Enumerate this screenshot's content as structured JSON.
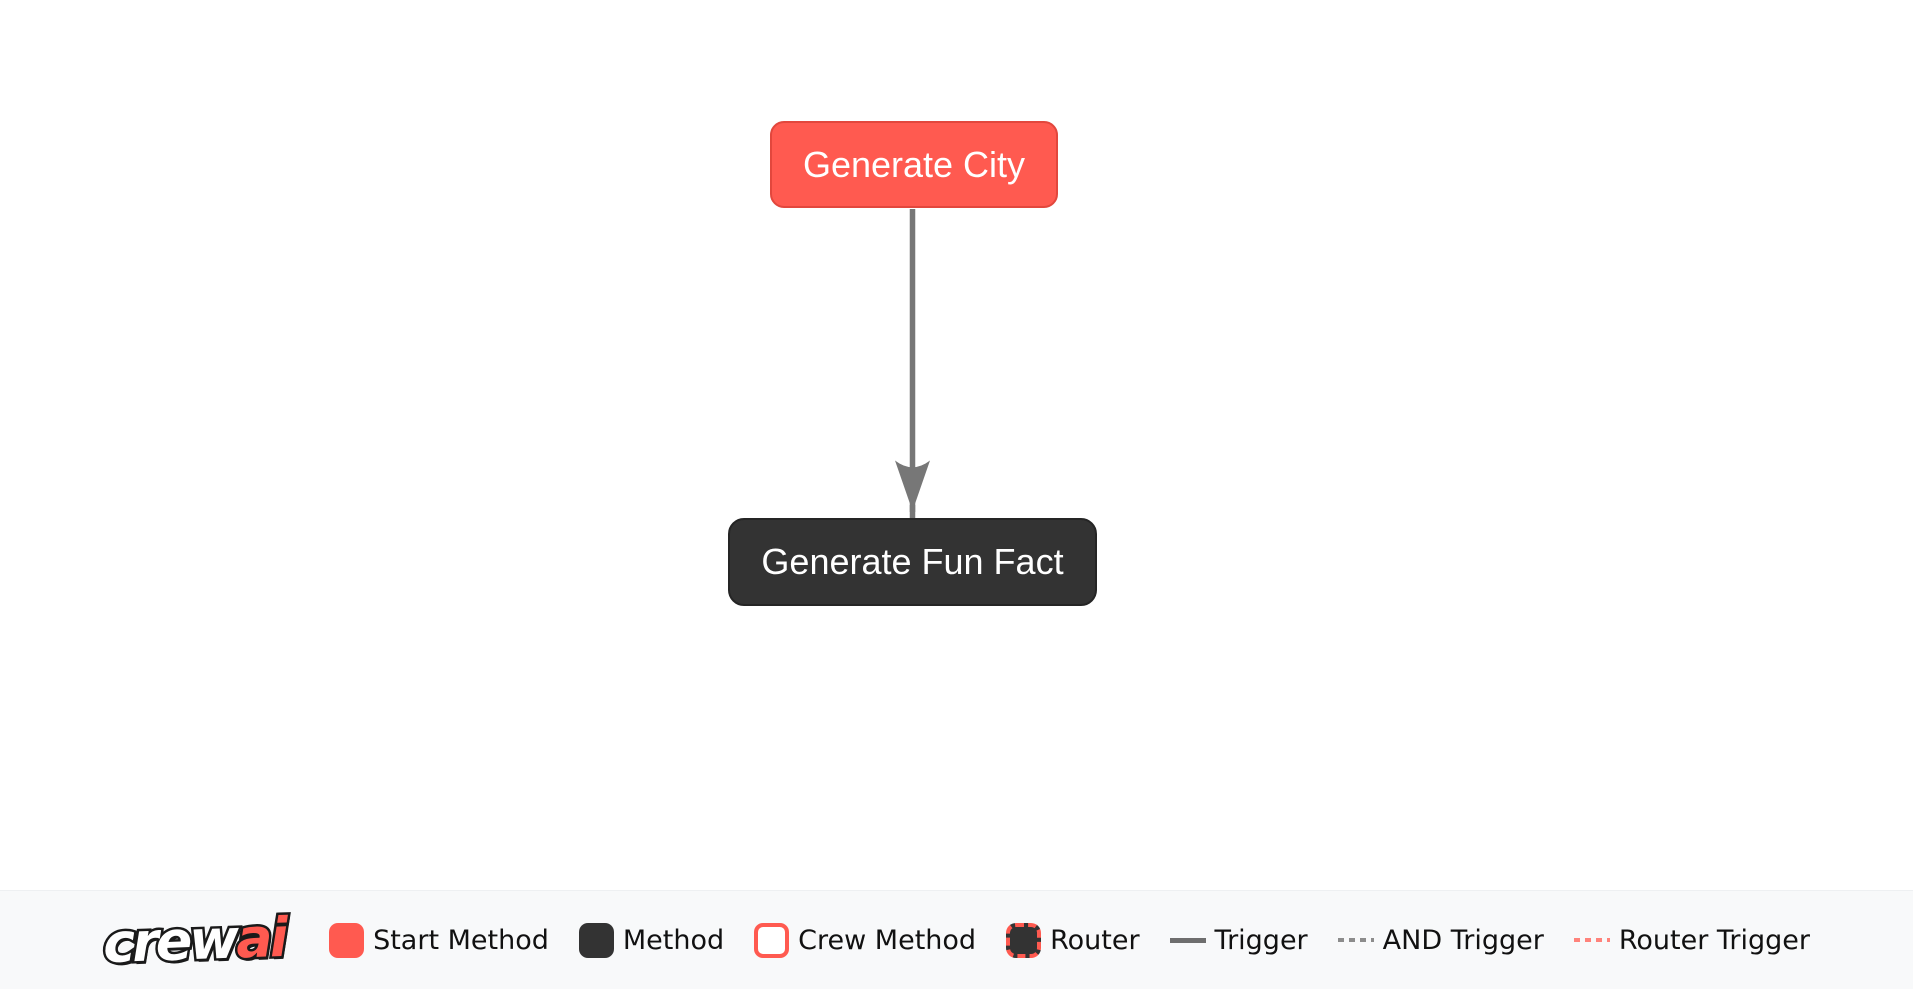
{
  "flow": {
    "nodes": [
      {
        "id": "generate_city",
        "label": "Generate City",
        "type": "start-method"
      },
      {
        "id": "generate_fun_fact",
        "label": "Generate Fun Fact",
        "type": "method"
      }
    ],
    "edges": [
      {
        "from": "generate_city",
        "to": "generate_fun_fact",
        "type": "trigger"
      }
    ]
  },
  "legend": {
    "logo": {
      "crew": "crew",
      "ai": "ai"
    },
    "items": [
      {
        "label": "Start Method",
        "swatch": "start-method-square"
      },
      {
        "label": "Method",
        "swatch": "method-square"
      },
      {
        "label": "Crew Method",
        "swatch": "crew-method-square"
      },
      {
        "label": "Router",
        "swatch": "router-square"
      },
      {
        "label": "Trigger",
        "swatch": "trigger-solid-line"
      },
      {
        "label": "AND Trigger",
        "swatch": "and-trigger-dashed-line"
      },
      {
        "label": "Router Trigger",
        "swatch": "router-trigger-dashed-line"
      }
    ]
  },
  "colors": {
    "start_method": "#ff5a50",
    "method": "#333333",
    "crew_method_border": "#ff5a50",
    "router_border": "#ff5a50",
    "trigger_line": "#6e6e6e",
    "and_trigger_line": "#8c8c8c",
    "router_trigger_line": "#ff837b",
    "edge": "#777777",
    "canvas_background": "#ffffff",
    "legend_background": "#f8f9fa",
    "node_text": "#ffffff"
  }
}
